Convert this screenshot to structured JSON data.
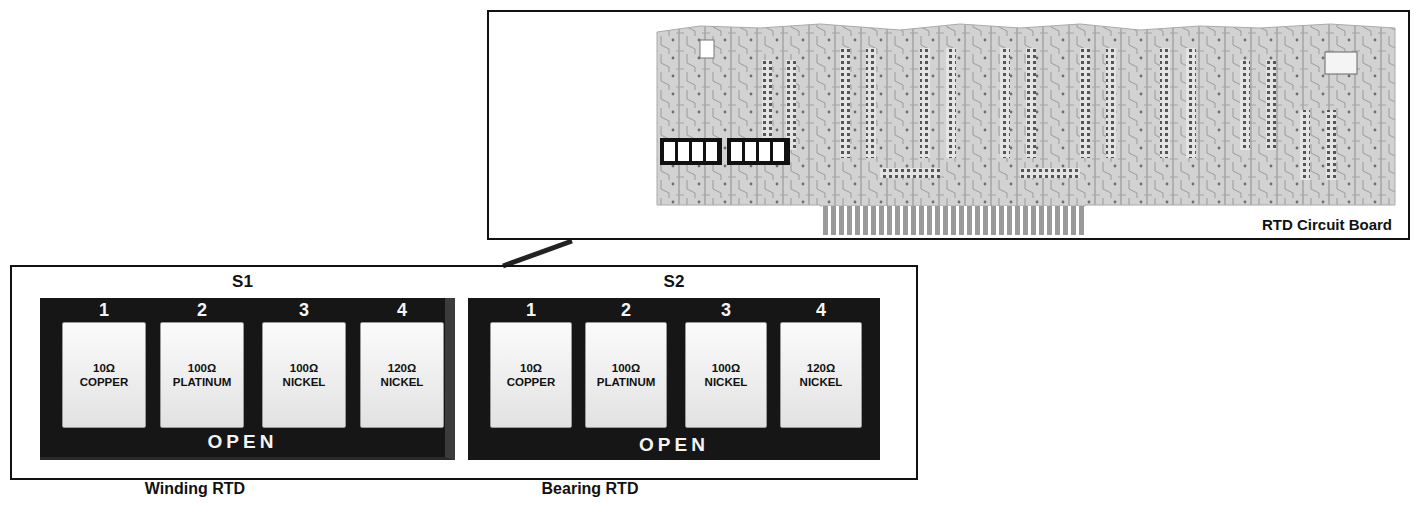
{
  "diagram": {
    "nodes": [
      {
        "text": [
          "RTD Circuit Board"
        ]
      },
      {
        "text": [
          "S1",
          "OPEN",
          "Winding RTD"
        ]
      },
      {
        "text": [
          "1",
          "10Ω COPPER"
        ],
        "in": 1
      },
      {
        "text": [
          "2",
          "100Ω PLATINUM"
        ],
        "in": 1
      },
      {
        "text": [
          "3",
          "100Ω NICKEL"
        ],
        "in": 1
      },
      {
        "text": [
          "4",
          "120Ω NICKEL"
        ],
        "in": 1
      },
      {
        "text": [
          "S2",
          "OPEN",
          "Bearing RTD"
        ]
      },
      {
        "text": [
          "1",
          "10Ω COPPER"
        ],
        "in": 6
      },
      {
        "text": [
          "2",
          "100Ω PLATINUM"
        ],
        "in": 6
      },
      {
        "text": [
          "3",
          "100Ω NICKEL"
        ],
        "in": 6
      },
      {
        "text": [
          "4",
          "120Ω NICKEL"
        ],
        "in": 6
      }
    ]
  }
}
